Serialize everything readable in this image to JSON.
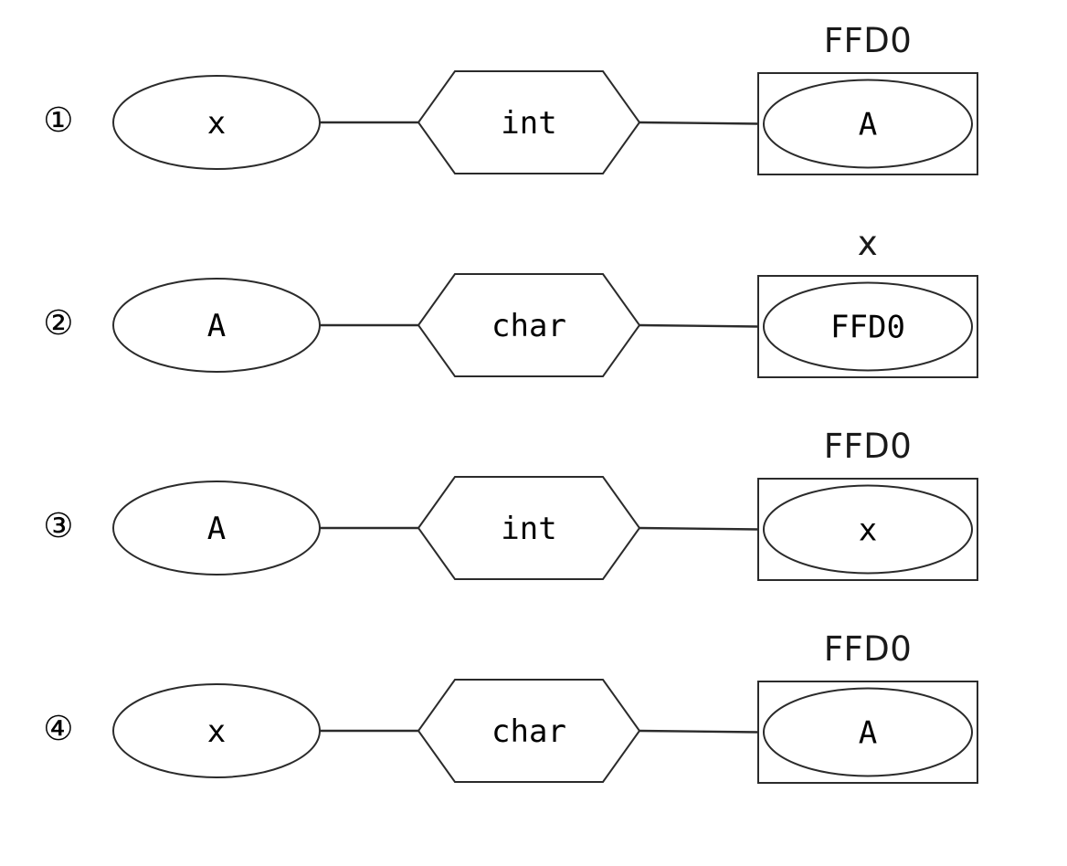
{
  "diagram": {
    "type": "variable-type-address-mapping",
    "background": "#ffffff",
    "stroke_color": "#2b2b2b",
    "text_color": "#000000",
    "rows": [
      {
        "index_label": "①",
        "index_name": "circled-one",
        "source_node": "x",
        "type_node": "int",
        "target_node": "A",
        "external_label": "FFD0"
      },
      {
        "index_label": "②",
        "index_name": "circled-two",
        "source_node": "A",
        "type_node": "char",
        "target_node": "FFD0",
        "external_label": "x"
      },
      {
        "index_label": "③",
        "index_name": "circled-three",
        "source_node": "A",
        "type_node": "int",
        "target_node": "x",
        "external_label": "FFD0"
      },
      {
        "index_label": "④",
        "index_name": "circled-four",
        "source_node": "x",
        "type_node": "char",
        "target_node": "A",
        "external_label": "FFD0"
      }
    ]
  }
}
